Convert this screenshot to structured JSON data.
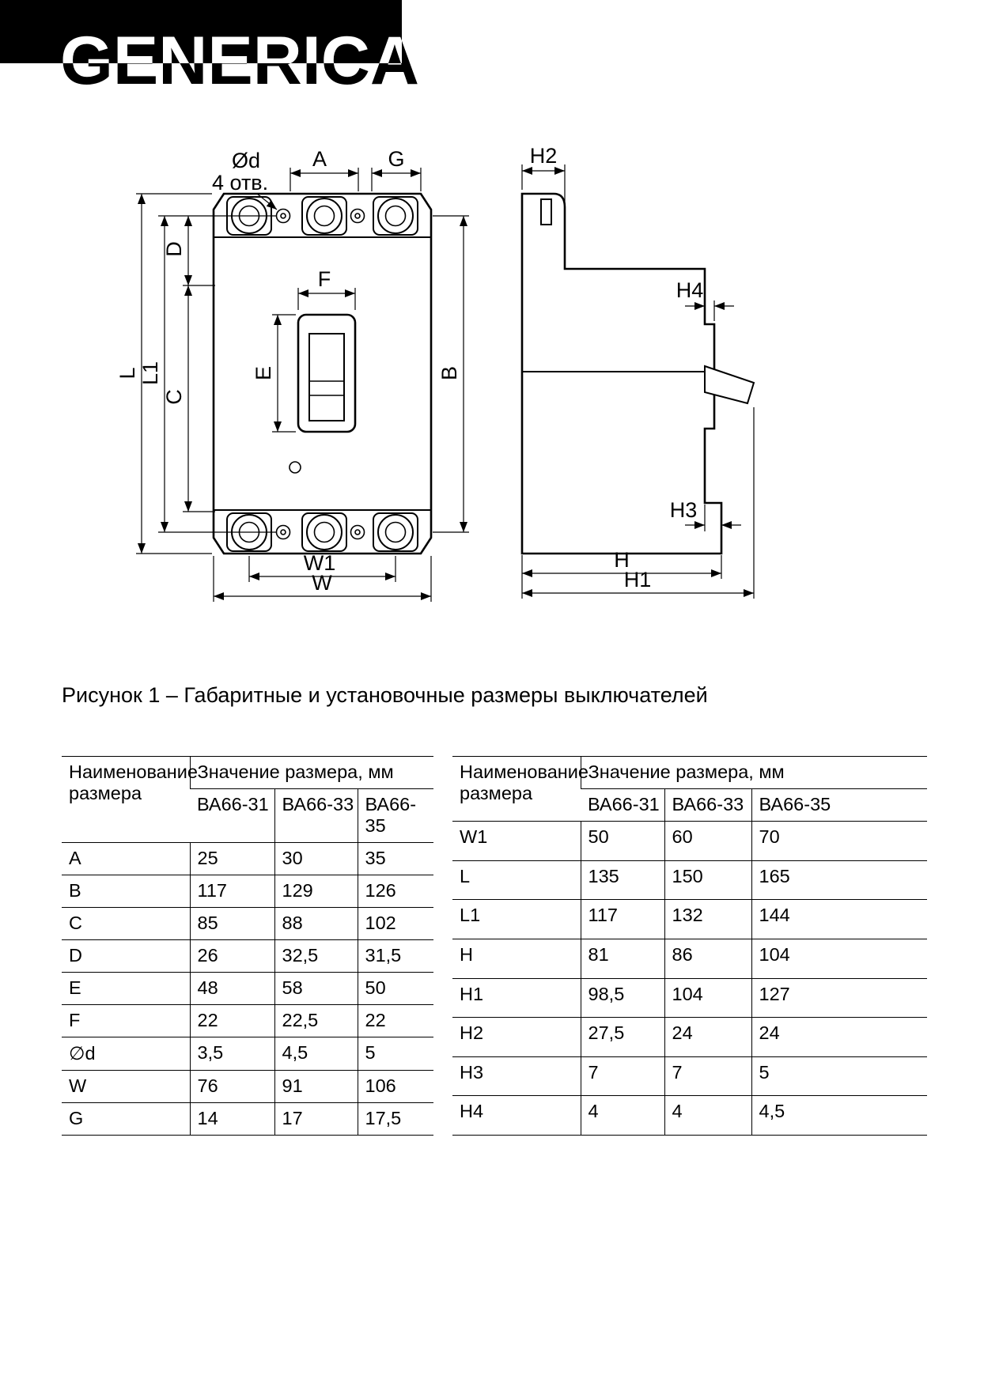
{
  "page": {
    "brand": "GENERICA",
    "caption": "Рисунок 1 – Габаритные и установочные размеры выключателей"
  },
  "drawing": {
    "labels": {
      "od": "Ød",
      "holes": "4 отв.",
      "a": "A",
      "g": "G",
      "d": "D",
      "c": "C",
      "l": "L",
      "l1": "L1",
      "e": "E",
      "f": "F",
      "b": "B",
      "w1": "W1",
      "w": "W",
      "h": "H",
      "h1": "H1",
      "h2": "H2",
      "h3": "H3",
      "h4": "H4"
    }
  },
  "tables": {
    "name_header": "Наименование размера",
    "value_header": "Значение размера, мм",
    "columns": [
      "ВА66-31",
      "ВА66-33",
      "ВА66-35"
    ],
    "left_rows": [
      {
        "name": "A",
        "values": [
          "25",
          "30",
          "35"
        ]
      },
      {
        "name": "B",
        "values": [
          "117",
          "129",
          "126"
        ]
      },
      {
        "name": "C",
        "values": [
          "85",
          "88",
          "102"
        ]
      },
      {
        "name": "D",
        "values": [
          "26",
          "32,5",
          "31,5"
        ]
      },
      {
        "name": "E",
        "values": [
          "48",
          "58",
          "50"
        ]
      },
      {
        "name": "F",
        "values": [
          "22",
          "22,5",
          "22"
        ]
      },
      {
        "name": "∅d",
        "values": [
          "3,5",
          "4,5",
          "5"
        ]
      },
      {
        "name": "W",
        "values": [
          "76",
          "91",
          "106"
        ]
      },
      {
        "name": "G",
        "values": [
          "14",
          "17",
          "17,5"
        ]
      }
    ],
    "right_rows": [
      {
        "name": "W1",
        "values": [
          "50",
          "60",
          "70"
        ]
      },
      {
        "name": "L",
        "values": [
          "135",
          "150",
          "165"
        ]
      },
      {
        "name": "L1",
        "values": [
          "117",
          "132",
          "144"
        ]
      },
      {
        "name": "H",
        "values": [
          "81",
          "86",
          "104"
        ]
      },
      {
        "name": "H1",
        "values": [
          "98,5",
          "104",
          "127"
        ]
      },
      {
        "name": "H2",
        "values": [
          "27,5",
          "24",
          "24"
        ]
      },
      {
        "name": "H3",
        "values": [
          "7",
          "7",
          "5"
        ]
      },
      {
        "name": "H4",
        "values": [
          "4",
          "4",
          "4,5"
        ]
      }
    ]
  }
}
